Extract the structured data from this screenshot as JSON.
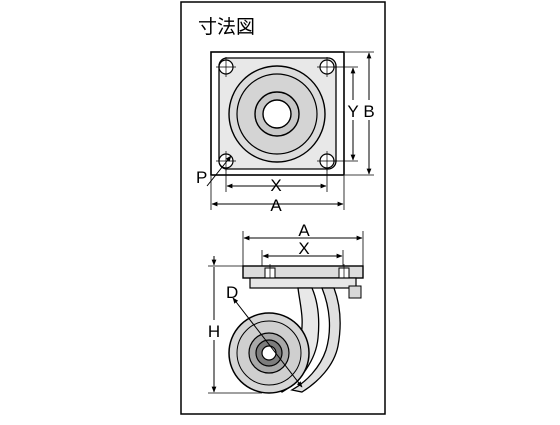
{
  "title": "寸法図",
  "top_view": {
    "label_x": "X",
    "label_a": "A",
    "label_y": "Y",
    "label_b": "B",
    "label_p": "P"
  },
  "side_view": {
    "label_a": "A",
    "label_x": "X",
    "label_d": "D",
    "label_h": "H"
  }
}
